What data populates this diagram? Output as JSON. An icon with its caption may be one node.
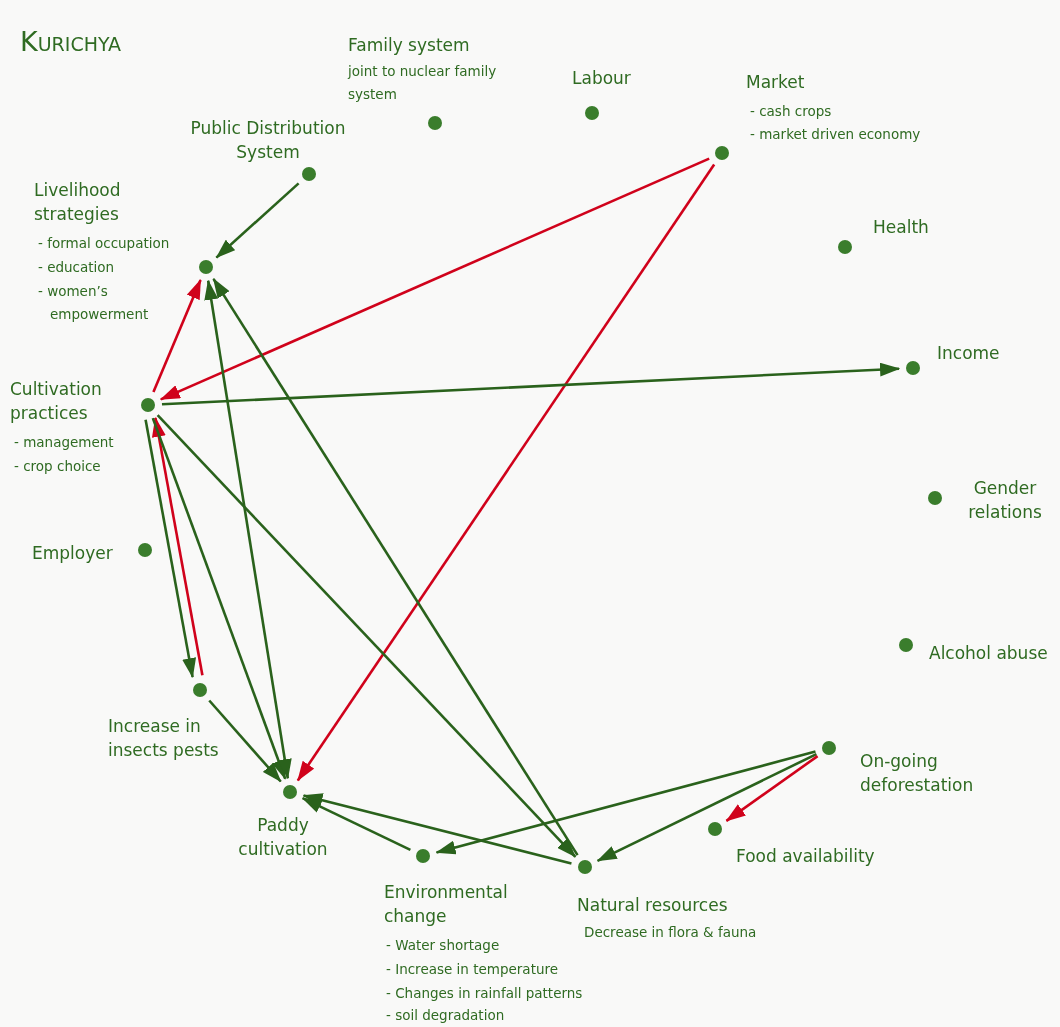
{
  "diagram": {
    "title": "Kurichya",
    "nodes": [
      {
        "text": [],
        "shape": "circle",
        "beside": [
          "Family system",
          "joint to nuclear family system"
        ]
      },
      {
        "text": [],
        "shape": "circle",
        "beside": [
          "Labour"
        ]
      },
      {
        "text": [],
        "shape": "circle",
        "beside": [
          "Market",
          "- cash crops",
          "- market driven economy"
        ]
      },
      {
        "text": [],
        "shape": "circle",
        "beside": [
          "Public Distribution System"
        ]
      },
      {
        "text": [],
        "shape": "circle",
        "beside": [
          "Health"
        ]
      },
      {
        "text": [],
        "shape": "circle",
        "beside": [
          "Livelihood strategies",
          "- formal occupation",
          "- education",
          "- women’s empowerment"
        ]
      },
      {
        "text": [],
        "shape": "circle",
        "beside": [
          "Income"
        ]
      },
      {
        "text": [],
        "shape": "circle",
        "beside": [
          "Cultivation practices",
          "- management",
          "- crop choice"
        ]
      },
      {
        "text": [],
        "shape": "circle",
        "beside": [
          "Gender relations"
        ]
      },
      {
        "text": [],
        "shape": "circle",
        "beside": [
          "Employer"
        ]
      },
      {
        "text": [],
        "shape": "circle",
        "beside": [
          "Alcohol abuse"
        ]
      },
      {
        "text": [],
        "shape": "circle",
        "beside": [
          "Increase in insects pests"
        ]
      },
      {
        "text": [],
        "shape": "circle",
        "beside": [
          "On-going deforestation"
        ]
      },
      {
        "text": [],
        "shape": "circle",
        "beside": [
          "Paddy cultivation"
        ]
      },
      {
        "text": [],
        "shape": "circle",
        "beside": [
          "Food availability"
        ]
      },
      {
        "text": [],
        "shape": "circle",
        "beside": [
          "Environmental change",
          "- Water shortage",
          "- Increase in temperature",
          "- Changes in rainfall patterns",
          "- soil degradation"
        ]
      },
      {
        "text": [],
        "shape": "circle",
        "beside": [
          "Natural resources",
          "Decrease in flora & fauna"
        ]
      }
    ],
    "edges": [
      {
        "from": 3,
        "to": 5,
        "arrow": "to"
      },
      {
        "from": 7,
        "to": 5,
        "arrow": "to",
        "color": "#d0021b"
      },
      {
        "from": 2,
        "to": 7,
        "arrow": "to",
        "color": "#d0021b"
      },
      {
        "from": 2,
        "to": 13,
        "arrow": "to",
        "color": "#d0021b"
      },
      {
        "from": 7,
        "to": 6,
        "arrow": "to"
      },
      {
        "from": 11,
        "to": 7,
        "arrow": "to",
        "color": "#d0021b"
      },
      {
        "from": 7,
        "to": 11,
        "arrow": "to"
      },
      {
        "from": 7,
        "to": 13,
        "arrow": "to"
      },
      {
        "from": 13,
        "to": 5,
        "arrow": "both"
      },
      {
        "from": 7,
        "to": 16,
        "arrow": "to"
      },
      {
        "from": 16,
        "to": 5,
        "arrow": "to"
      },
      {
        "from": 11,
        "to": 13,
        "arrow": "to"
      },
      {
        "from": 16,
        "to": 13,
        "arrow": "to"
      },
      {
        "from": 15,
        "to": 13,
        "arrow": "to"
      },
      {
        "from": 12,
        "to": 15,
        "arrow": "to"
      },
      {
        "from": 12,
        "to": 16,
        "arrow": "to"
      },
      {
        "from": 12,
        "to": 14,
        "arrow": "to",
        "color": "#d0021b"
      }
    ]
  }
}
